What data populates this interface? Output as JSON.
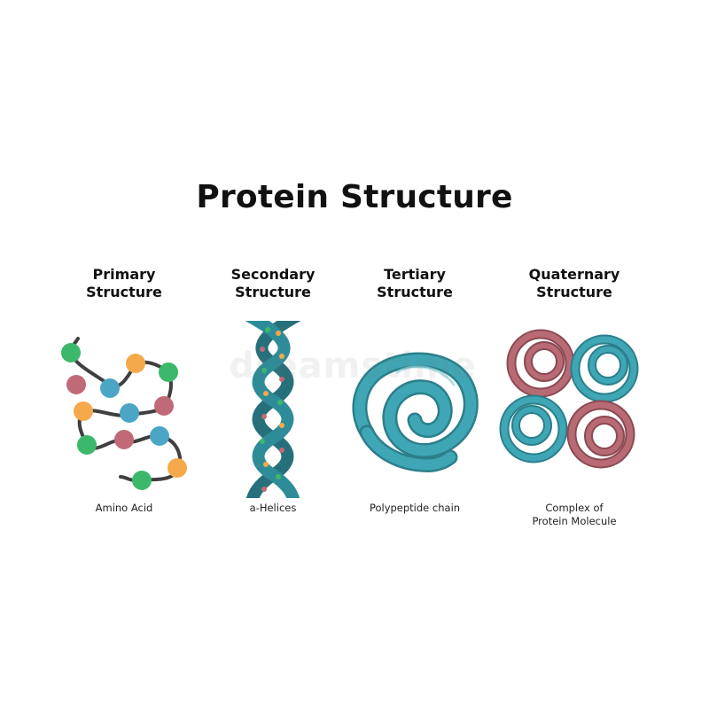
{
  "title": "Protein Structure",
  "columns": [
    {
      "heading_line1": "Primary",
      "heading_line2": "Structure",
      "caption_line1": "Amino Acid",
      "caption_line2": ""
    },
    {
      "heading_line1": "Secondary",
      "heading_line2": "Structure",
      "caption_line1": "a-Helices",
      "caption_line2": ""
    },
    {
      "heading_line1": "Tertiary",
      "heading_line2": "Structure",
      "caption_line1": "Polypeptide chain",
      "caption_line2": ""
    },
    {
      "heading_line1": "Quaternary",
      "heading_line2": "Structure",
      "caption_line1": "Complex of",
      "caption_line2": "Protein Molecule"
    }
  ],
  "watermark": "dreamstime",
  "colors": {
    "chain": "#3f3f3f",
    "bead_green": "#3cb86b",
    "bead_orange": "#f5a94a",
    "bead_pink": "#c06a78",
    "bead_blue": "#4ba6c6",
    "helix_teal": "#2e8c98",
    "coil_teal": "#3fa6b5",
    "coil_rose": "#b86b74"
  },
  "icons": [
    "amino-acid-chain-icon",
    "alpha-helix-icon",
    "tertiary-coil-icon",
    "quaternary-complex-icon"
  ]
}
